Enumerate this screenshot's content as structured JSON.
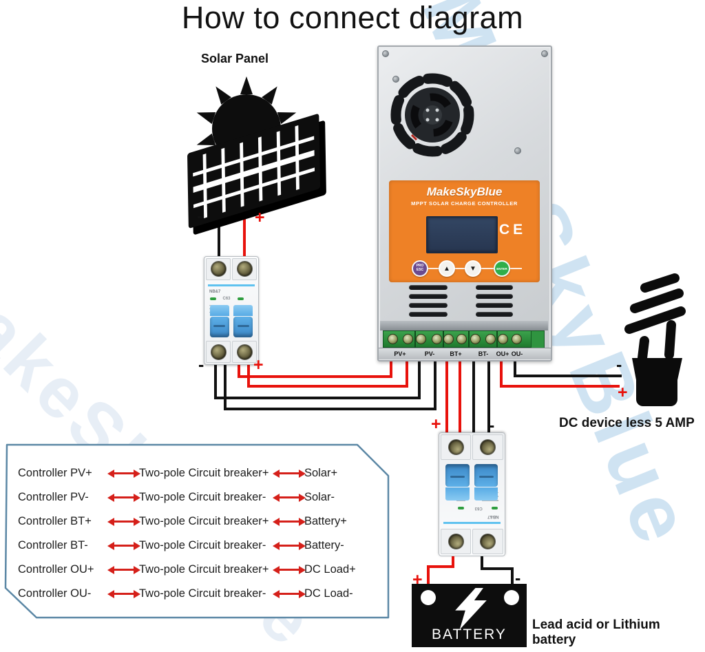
{
  "title": "How to connect diagram",
  "watermark": {
    "text": "MakeSkyBlue"
  },
  "labels": {
    "plus": "+",
    "minus": "-"
  },
  "solar_panel": {
    "label": "Solar Panel"
  },
  "controller": {
    "brand": "MakeSkyBlue",
    "subtitle": "MPPT SOLAR CHARGE CONTROLLER",
    "ce_mark": "CE",
    "buttons": {
      "pro": "PRO",
      "esc": "ESC",
      "up": "▲",
      "down": "▼",
      "enter": "ENTER"
    },
    "terminals": [
      "PV+",
      "PV-",
      "BT+",
      "BT-",
      "OU+",
      "OU-"
    ]
  },
  "breaker": {
    "model": "NB&7",
    "rating": "C63"
  },
  "dc_device": {
    "label": "DC device less 5 AMP"
  },
  "battery": {
    "label": "BATTERY",
    "caption": "Lead acid or Lithium battery"
  },
  "legend": {
    "rows": [
      {
        "a": "Controller PV+",
        "b": "Two-pole Circuit breaker+",
        "c": "Solar+"
      },
      {
        "a": "Controller PV-",
        "b": "Two-pole Circuit breaker-",
        "c": "Solar-"
      },
      {
        "a": "Controller BT+",
        "b": "Two-pole Circuit breaker+",
        "c": "Battery+"
      },
      {
        "a": "Controller BT-",
        "b": "Two-pole Circuit breaker-",
        "c": "Battery-"
      },
      {
        "a": "Controller OU+",
        "b": "Two-pole Circuit breaker+",
        "c": "DC Load+"
      },
      {
        "a": "Controller OU-",
        "b": "Two-pole Circuit breaker-",
        "c": "DC Load-"
      }
    ]
  },
  "colors": {
    "wire_red": "#e8120c",
    "wire_black": "#111111",
    "panel_orange": "#ee8126",
    "terminal_green": "#2f9440",
    "legend_border": "#5b87a5",
    "toggle_blue": "#4fa8e2",
    "arrow_red": "#d5201a"
  }
}
